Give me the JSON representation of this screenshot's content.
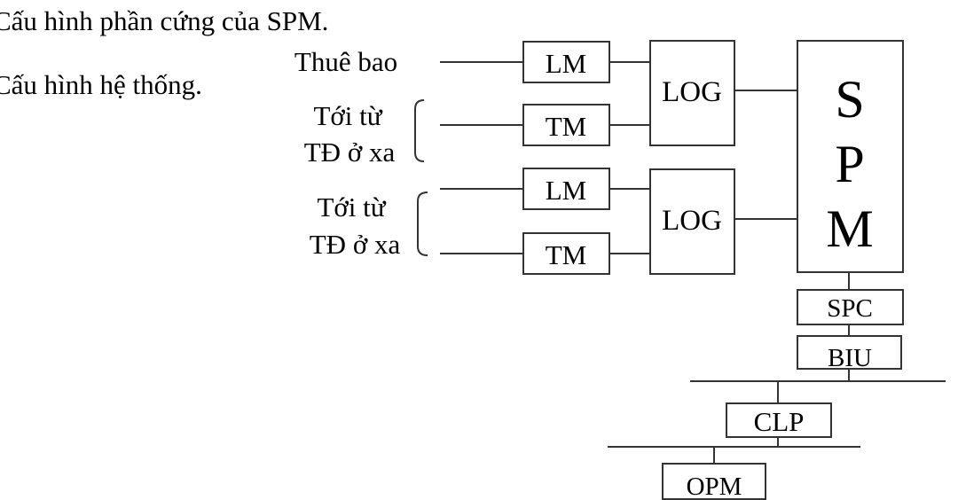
{
  "captions": {
    "hardware": "Cấu hình phần cứng của SPM.",
    "system": "Cấu hình hệ thống."
  },
  "inputs": {
    "subscriber": "Thuê bao",
    "remote_group_1": [
      "Tới từ",
      "TĐ ở xa"
    ],
    "remote_group_2": [
      "Tới từ",
      "TĐ ở xa"
    ]
  },
  "modules": {
    "lm_1": "LM",
    "tm_1": "TM",
    "lm_2": "LM",
    "tm_2": "TM",
    "log_1": "LOG",
    "log_2": "LOG",
    "spm": [
      "S",
      "P",
      "M"
    ],
    "spc": "SPC",
    "biu": "BIU",
    "clp": "CLP",
    "opm": "OPM"
  }
}
